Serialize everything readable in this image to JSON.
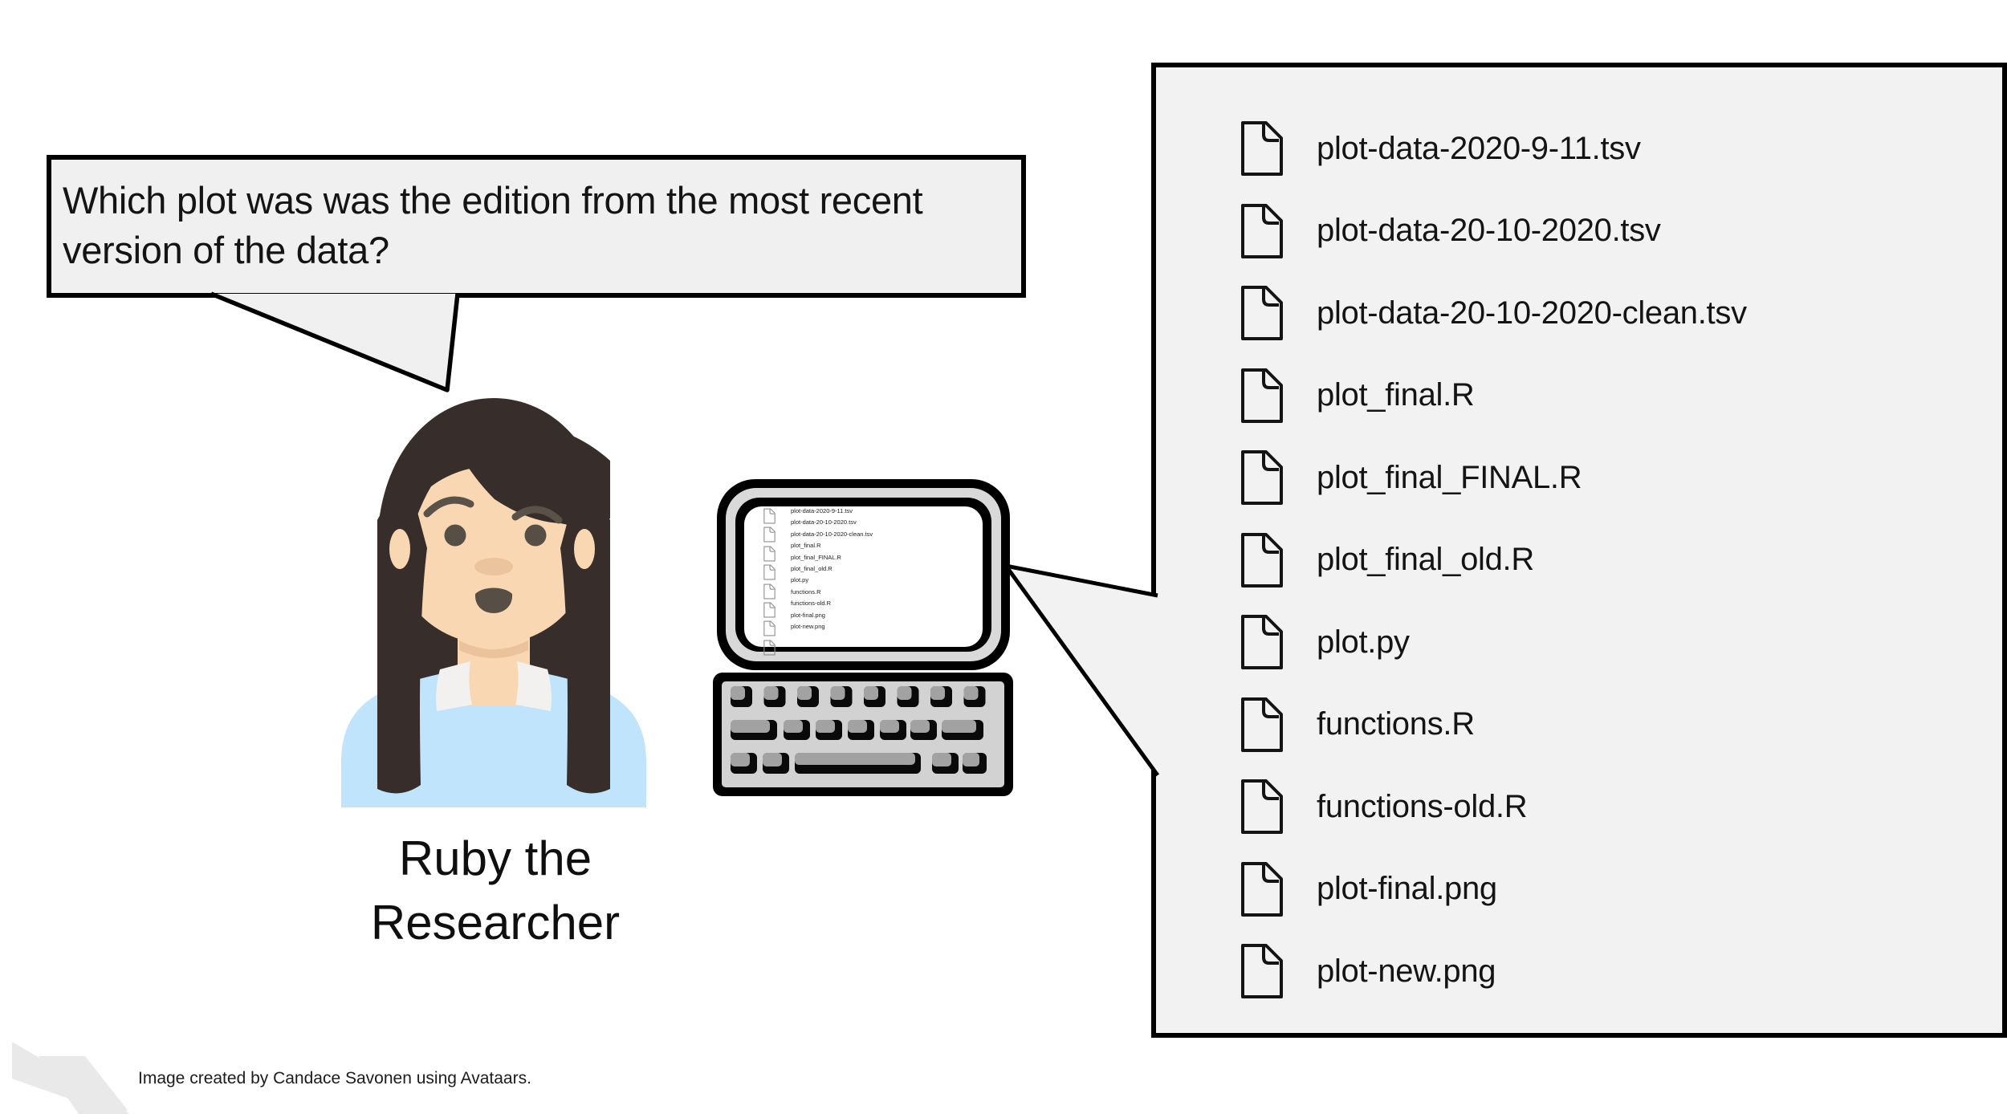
{
  "speech_bubble": {
    "lines": [
      "Which plot was was the edition from the most recent",
      "version of the data?"
    ]
  },
  "character": {
    "name_lines": [
      "Ruby the",
      "Researcher"
    ]
  },
  "file_panel": {
    "files": [
      "plot-data-2020-9-11.tsv",
      "plot-data-20-10-2020.tsv",
      "plot-data-20-10-2020-clean.tsv",
      "plot_final.R",
      "plot_final_FINAL.R",
      "plot_final_old.R",
      "plot.py",
      "functions.R",
      "functions-old.R",
      "plot-final.png",
      "plot-new.png"
    ]
  },
  "caption": "Image created by Candace Savonen using Avataars.",
  "icons": {
    "file_icon": "blank-page-with-folded-corner",
    "laptop_icon": "clipart-laptop-with-keyboard"
  },
  "colors": {
    "panel_bg": "#f2f2f2",
    "bubble_bg": "#f0f0f0",
    "outline": "#000000",
    "hair": "#372e2c",
    "skin": "#f8d7b2",
    "skin_shadow": "#eac29c",
    "shirt": "#bfe4fb",
    "collar": "#f2f1ef",
    "face_feature": "#574f45",
    "laptop_gray": "#d9d9d9",
    "key_gray": "#a2a2a2",
    "logo_gray": "#e9e9e9"
  }
}
